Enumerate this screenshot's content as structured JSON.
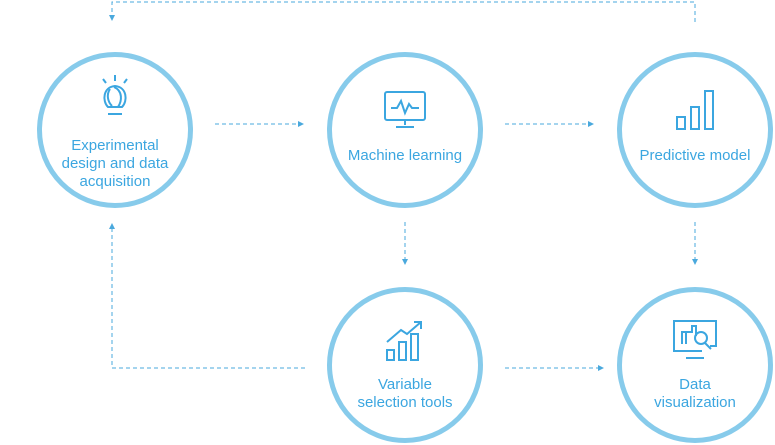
{
  "colors": {
    "ring": "#87cbeb",
    "text": "#3ba6e0",
    "arrow": "#4aa9dd"
  },
  "nodes": [
    {
      "id": "experimental",
      "label": "Experimental design and data acquisition",
      "icon": "lightbulb-icon"
    },
    {
      "id": "ml",
      "label": "Machine learning",
      "icon": "monitor-pulse-icon"
    },
    {
      "id": "predictive",
      "label": "Predictive model",
      "icon": "bar-chart-icon"
    },
    {
      "id": "variable",
      "label": "Variable selection tools",
      "icon": "trend-chart-icon"
    },
    {
      "id": "dataviz",
      "label": "Data visualization",
      "icon": "monitor-search-icon"
    }
  ]
}
